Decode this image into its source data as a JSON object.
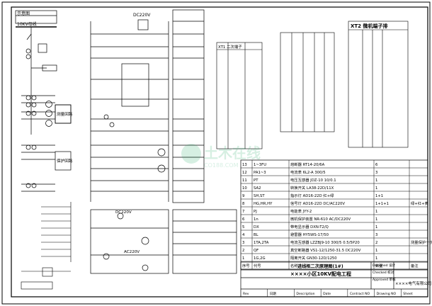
{
  "header": {
    "cabinet_label": "示意图",
    "busbar_label": "10KV母线",
    "dc_supply_label": "DC220V",
    "terminal_block_title": "XT2 微机端子排",
    "terminal_block_xt1": "XT1 二次端子"
  },
  "left_blocks": {
    "measure_label": "测量回路",
    "protect_label": "保护回路"
  },
  "center_labels": {
    "dc220": "DC220V",
    "ac220": "AC220V"
  },
  "materials": {
    "header": {
      "seq": "序号",
      "symbol": "代号",
      "name": "名称",
      "qty": "数量",
      "note": "备注"
    },
    "rows": [
      {
        "seq": "13",
        "symbol": "1~3FU",
        "name": "熔断器 RT14-20/6A",
        "qty": "6",
        "note": ""
      },
      {
        "seq": "12",
        "symbol": "PA1~3",
        "name": "电流表 6L2-A 300/5",
        "qty": "3",
        "note": ""
      },
      {
        "seq": "11",
        "symbol": "PT",
        "name": "电压互感器 JDZ-10 10/0.1",
        "qty": "1",
        "note": ""
      },
      {
        "seq": "10",
        "symbol": "SA2",
        "name": "转换开关 LA38-22D/11X",
        "qty": "1",
        "note": ""
      },
      {
        "seq": "9",
        "symbol": "SH,ST",
        "name": "指示灯 AD16-22D 红+绿",
        "qty": "1+1",
        "note": ""
      },
      {
        "seq": "8",
        "symbol": "HG,HR,HY",
        "name": "信号灯 AD16-22D DC/AC220V",
        "qty": "1+1+1",
        "note": "绿+红+黄"
      },
      {
        "seq": "7",
        "symbol": "PJ",
        "name": "电能表 JYY-2",
        "qty": "1",
        "note": ""
      },
      {
        "seq": "6",
        "symbol": "1n",
        "name": "微机保护装置 NR-610 AC/DC220V",
        "qty": "1",
        "note": ""
      },
      {
        "seq": "5",
        "symbol": "DX",
        "name": "带电显示器 DXN-T2/Q",
        "qty": "1",
        "note": ""
      },
      {
        "seq": "4",
        "symbol": "BL",
        "name": "避雷器 HY5WS-17/50",
        "qty": "3",
        "note": ""
      },
      {
        "seq": "3",
        "symbol": "1TA,2TA",
        "name": "电流互感器 LZZBJ9-10 300/5 0.5/5P20",
        "qty": "2",
        "note": "测量保护一次侧"
      },
      {
        "seq": "2",
        "symbol": "QF",
        "name": "真空断路器 VS1-12/1250-31.5 DC220V",
        "qty": "1",
        "note": ""
      },
      {
        "seq": "1",
        "symbol": "1G,2G",
        "name": "隔离开关 GN30-12D/1250",
        "qty": "1",
        "note": ""
      }
    ]
  },
  "title_block": {
    "drawing_title": "进线柜二次原理图(1#)",
    "project": "××××小区10KV配电工程",
    "company": "××××电气有限公司",
    "designed": "Designed 设计",
    "checked": "Checked 校对",
    "approved": "Approved 审核",
    "footer": [
      "Rev",
      "日期",
      "Description",
      "Date",
      "Contract NO",
      "Drawing NO",
      "Sheet"
    ]
  },
  "watermark": {
    "text": "土木在线",
    "sub": "CO188.COM"
  }
}
